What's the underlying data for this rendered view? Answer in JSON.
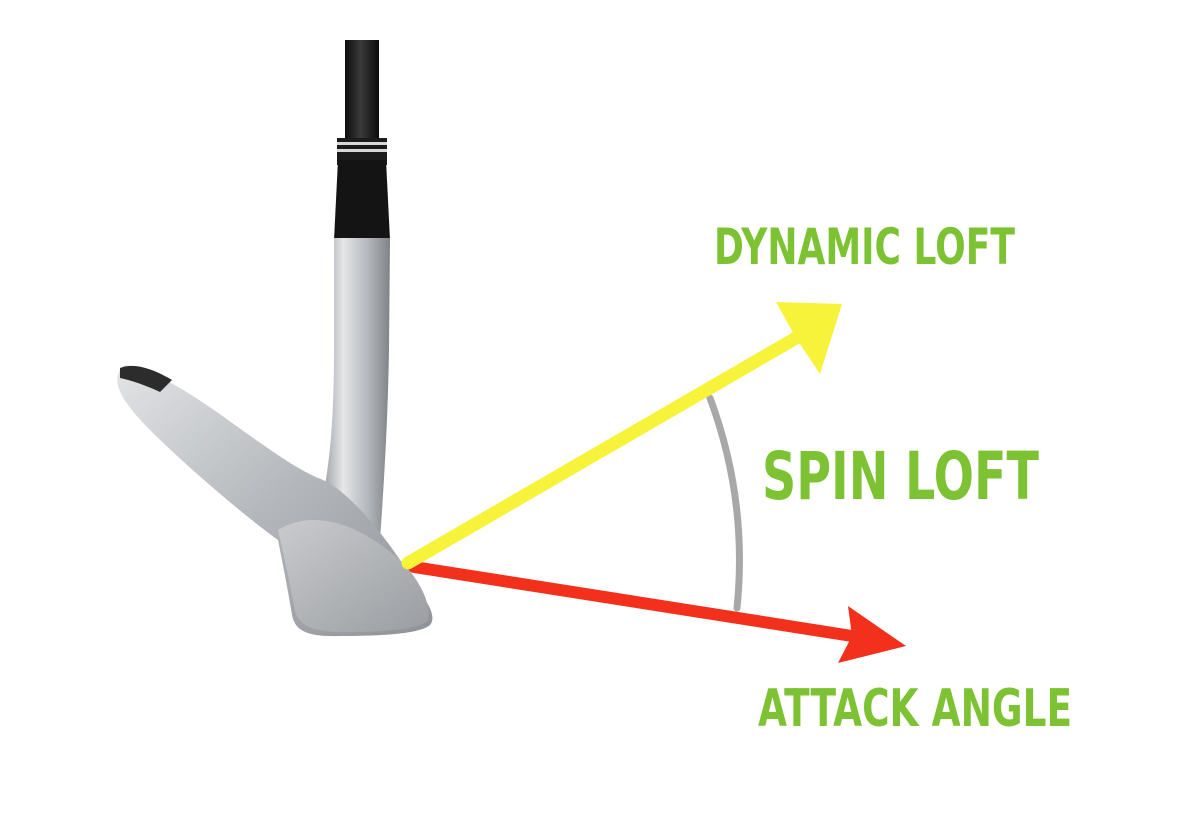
{
  "labels": {
    "dynamic_loft": "DYNAMIC LOFT",
    "spin_loft": "SPIN LOFT",
    "attack_angle": "ATTACK ANGLE"
  },
  "colors": {
    "label_green": "#7cc233",
    "dynamic_loft_arrow": "#f7f23a",
    "attack_angle_arrow": "#f2301c",
    "spin_loft_arc": "#a8a8a8",
    "club_shaft": "#1a1a1a",
    "club_head": "#b9bcc0"
  },
  "icons": {
    "club": "golf-wedge-icon"
  }
}
